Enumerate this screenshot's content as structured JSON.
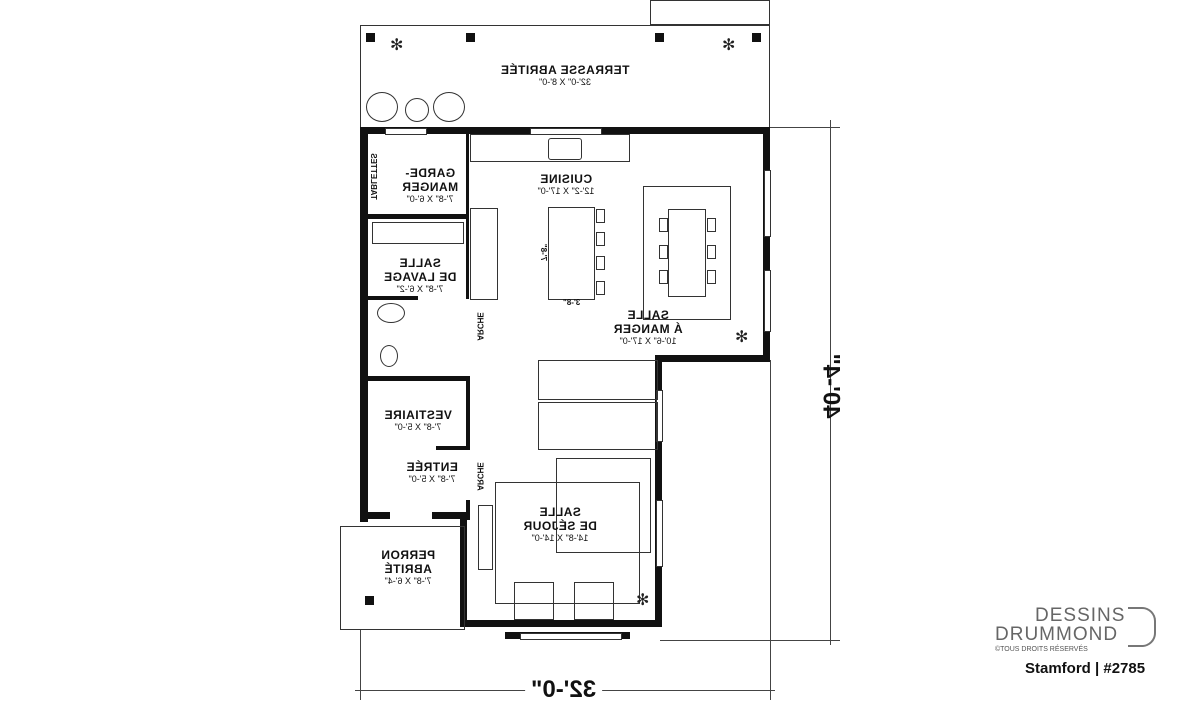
{
  "plan": {
    "rooms": [
      {
        "id": "terrasse",
        "name": "TERRASSE ABRITÉE",
        "size": "32'-0\" X 8'-0\""
      },
      {
        "id": "cuisine",
        "name": "CUISINE",
        "size": "12'-2\" X 17'-0\""
      },
      {
        "id": "garde-manger",
        "name_1": "GARDE-",
        "name_2": "MANGER",
        "size": "7'-8\" X 6'-0\""
      },
      {
        "id": "salle-lavage",
        "name_1": "SALLE",
        "name_2": "DE LAVAGE",
        "size": "7'-8\" X 6'-2\""
      },
      {
        "id": "salle-manger",
        "name_1": "SALLE",
        "name_2": "Á MANGER",
        "size": "10'-6\" X 17'-0\""
      },
      {
        "id": "vestiaire",
        "name": "VESTIAIRE",
        "size": "7'-8\" X 5'-0\""
      },
      {
        "id": "entree",
        "name": "ENTRÉE",
        "size": "7'-8\" X 5'-0\""
      },
      {
        "id": "salle-sejour",
        "name_1": "SALLE",
        "name_2": "DE SÉJOUR",
        "size": "14'-8\" X 14'-0\""
      },
      {
        "id": "perron",
        "name_1": "PERRON",
        "name_2": "ABRITÉ",
        "size": "7'-8\" X 6'-4\""
      }
    ],
    "annotations": {
      "tablettes": "TABLETTES",
      "arche_1": "ARCHE",
      "arche_2": "ARCHE",
      "island_length": "7'-8\"",
      "island_width": "3'-8\""
    },
    "dimensions": {
      "width": "32'-0\"",
      "depth": "40'-4\""
    }
  },
  "brand": {
    "line1": "DESSINS",
    "line2": "DRUMMOND",
    "copyright": "©TOUS DROITS RÉSERVÉS",
    "model": "Stamford | #2785"
  }
}
